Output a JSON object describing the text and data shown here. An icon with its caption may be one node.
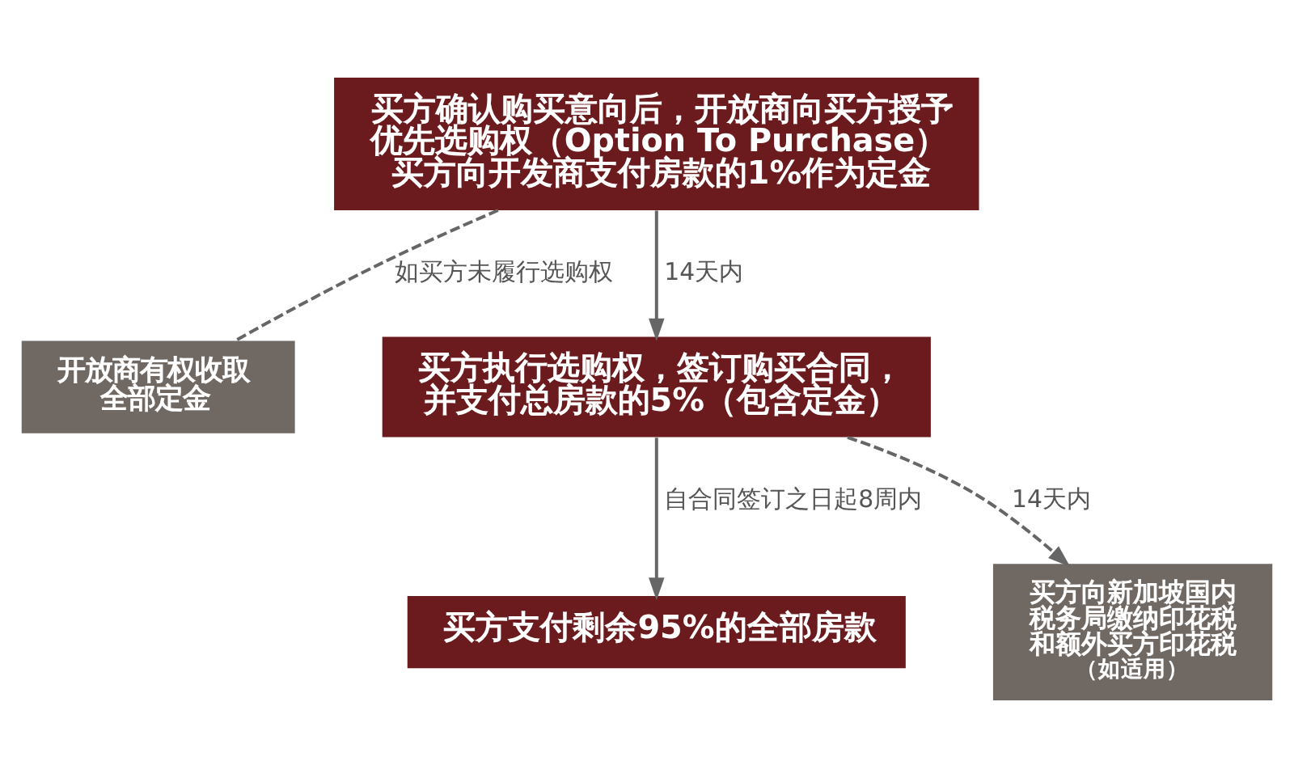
{
  "diagram": {
    "nodes": [
      {
        "text": [
          "买方确认购买意向后，开放商向买方授予优先选购权（Option To Purchase）",
          "买方向开发商支付房款的1%作为定金"
        ]
      },
      {
        "text": [
          "开放商有权收取全部定金"
        ]
      },
      {
        "text": [
          "买方执行选购权，签订购买合同，并支付总房款的5%（包含定金）"
        ]
      },
      {
        "text": [
          "买方向新加坡国内税务局缴纳印花税和额外买方印花税",
          "（如适用）"
        ]
      },
      {
        "text": [
          "买方支付剩余95%的全部房款"
        ]
      }
    ],
    "edges": [
      {
        "from": 0,
        "to": 2,
        "arrow": "to",
        "label": "14天内"
      },
      {
        "from": 0,
        "to": 1,
        "arrow": "none",
        "style": "dashed",
        "label": "如买方未履行选购权"
      },
      {
        "from": 2,
        "to": 3,
        "arrow": "to",
        "style": "dashed",
        "label": "14天内"
      },
      {
        "from": 2,
        "to": 4,
        "arrow": "to",
        "label": "自合同签订之日起8周内"
      }
    ]
  }
}
